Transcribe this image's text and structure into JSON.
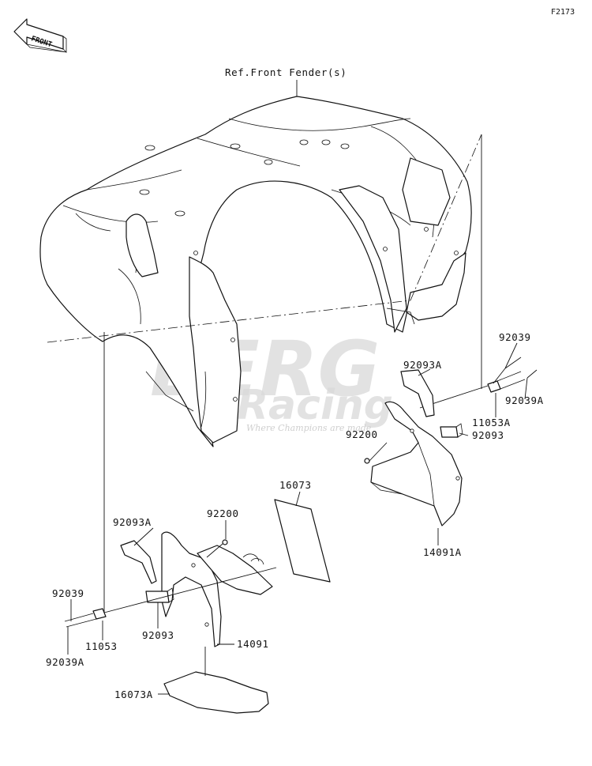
{
  "figure_id": "F2173",
  "direction_marker": "FRONT",
  "reference_label": "Ref.Front Fender(s)",
  "watermark": {
    "line1": "BERG",
    "line2": "Racing",
    "tagline": "Where Champions are made"
  },
  "parts": {
    "p92039_right": "92039",
    "p92093A_right": "92093A",
    "p92039A_right": "92039A",
    "p11053A": "11053A",
    "p92200_right": "92200",
    "p92093_right": "92093",
    "p14091A": "14091A",
    "p16073": "16073",
    "p92200_left": "92200",
    "p92093A_left": "92093A",
    "p92039_left": "92039",
    "p11053": "11053",
    "p92093_left": "92093",
    "p14091": "14091",
    "p92039A_left": "92039A",
    "p16073A": "16073A"
  }
}
